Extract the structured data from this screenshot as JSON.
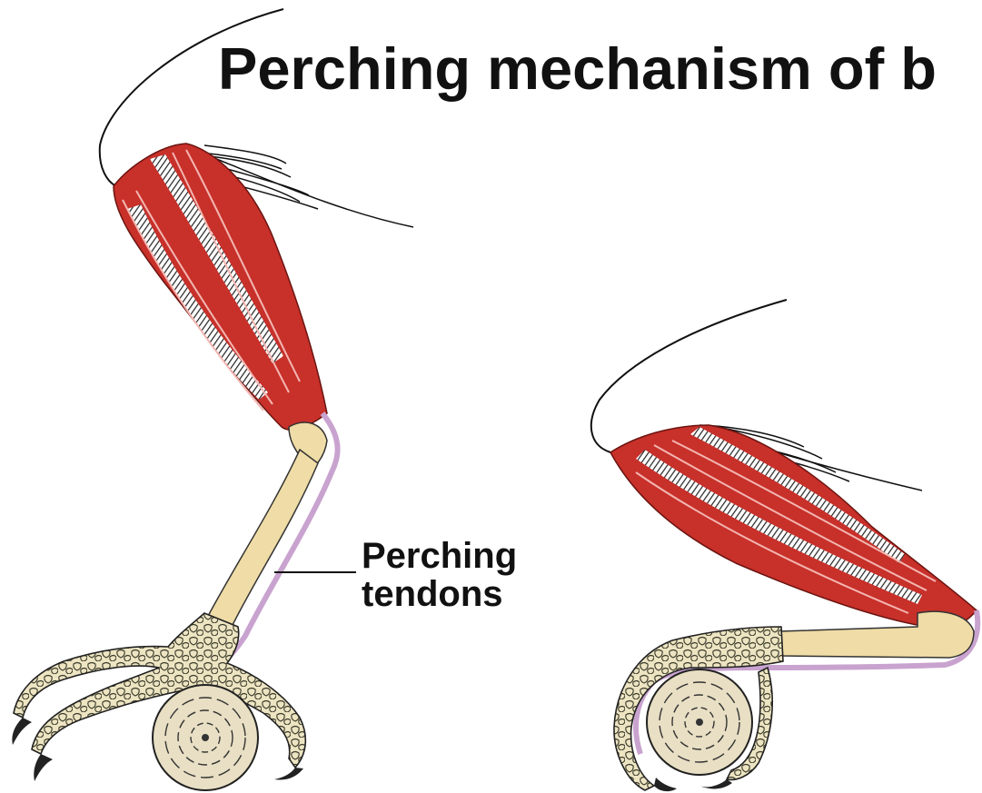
{
  "title": "Perching mechanism of b",
  "callout": {
    "line1": "Perching",
    "line2": "tendons"
  },
  "colors": {
    "muscle": "#c8302a",
    "muscle_light": "#e58f8a",
    "hatch": "#2a2a2a",
    "bone": "#efdca6",
    "tendon": "#c9a3cf",
    "scales": "#ece2bc",
    "perch": "#e6dcc0",
    "ink": "#111111"
  }
}
